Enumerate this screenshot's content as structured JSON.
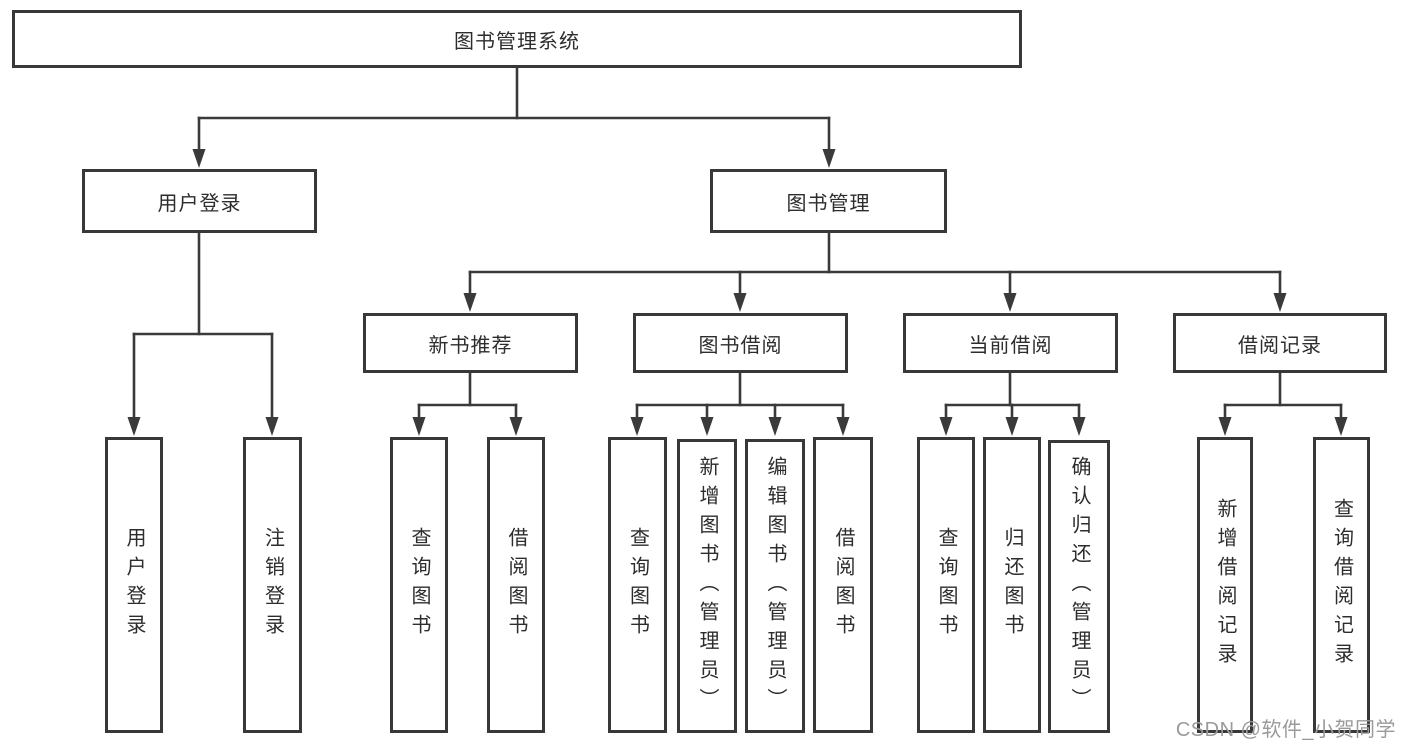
{
  "root": {
    "label": "图书管理系统"
  },
  "level2": [
    {
      "id": "user-login",
      "label": "用户登录"
    },
    {
      "id": "book-management",
      "label": "图书管理"
    }
  ],
  "level3": [
    {
      "id": "new-book-recommend",
      "label": "新书推荐"
    },
    {
      "id": "book-borrowing",
      "label": "图书借阅"
    },
    {
      "id": "current-borrowing",
      "label": "当前借阅"
    },
    {
      "id": "borrowing-records",
      "label": "借阅记录"
    }
  ],
  "leaves": [
    {
      "id": "user-login-leaf",
      "label": "用户登录"
    },
    {
      "id": "logout",
      "label": "注销登录"
    },
    {
      "id": "query-books-recommend",
      "label": "查询图书"
    },
    {
      "id": "borrow-books-recommend",
      "label": "借阅图书"
    },
    {
      "id": "query-books-borrowing",
      "label": "查询图书"
    },
    {
      "id": "add-books-admin",
      "label": "新增图书（管理员）"
    },
    {
      "id": "edit-books-admin",
      "label": "编辑图书（管理员）"
    },
    {
      "id": "borrow-books-borrowing",
      "label": "借阅图书"
    },
    {
      "id": "query-books-current",
      "label": "查询图书"
    },
    {
      "id": "return-books",
      "label": "归还图书"
    },
    {
      "id": "confirm-return-admin",
      "label": "确认归还（管理员）"
    },
    {
      "id": "add-borrow-record",
      "label": "新增借阅记录"
    },
    {
      "id": "query-borrow-record",
      "label": "查询借阅记录"
    }
  ],
  "watermark": "CSDN @软件_小贺同学",
  "colors": {
    "line": "#3a3a3a",
    "text": "#2d2d2d",
    "watermark": "#9a9a9a"
  }
}
